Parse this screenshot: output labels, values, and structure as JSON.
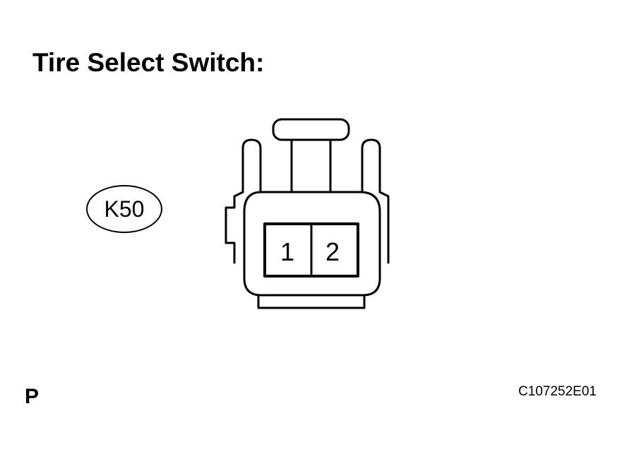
{
  "title": "Tire Select Switch:",
  "connector": {
    "code": "K50",
    "pins": [
      "1",
      "2"
    ]
  },
  "view_letter": "P",
  "figure_id": "C107252E01",
  "colors": {
    "line": "#000000",
    "background": "#ffffff"
  }
}
